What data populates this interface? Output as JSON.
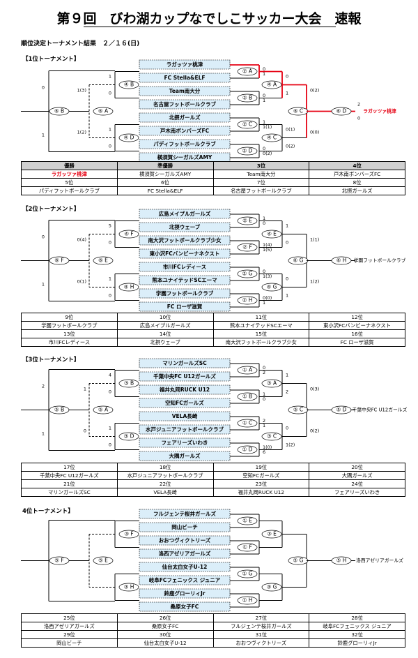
{
  "title": "第９回　びわ湖カップなでしこサッカー大会　速報",
  "subtitle": "順位決定トーナメント結果　２／１６(日)",
  "sections": [
    {
      "title": "【1位トーナメント】",
      "teams": [
        "ラガッツァ桃津",
        "FC Stella&ELF",
        "Team南大分",
        "名古屋フットボールクラブ",
        "北摂ガールズ",
        "戸木南ボンバーズFC",
        "パディフットボールクラブ",
        "横須賀シーガルズAMY"
      ],
      "labels": {
        "r1": [
          "② A",
          "② B",
          "② C",
          "② D"
        ],
        "r2": [
          "④ B",
          "④ A",
          "④ D",
          "④ C"
        ],
        "semi": [
          "⑥ A",
          "⑥ C"
        ],
        "final": [
          "⑥ B",
          "⑥ D"
        ]
      },
      "scores": {
        "r1": [
          [
            "0",
            "1"
          ],
          [
            "0",
            "1"
          ],
          [
            "1",
            "1(1)"
          ],
          [
            "0",
            "0(2)"
          ]
        ],
        "r2": [
          [
            "1",
            "0"
          ],
          [
            "1",
            "0"
          ]
        ],
        "r2R": [
          [
            "0",
            "1"
          ],
          [
            "0(1)",
            "0(2)"
          ]
        ],
        "semi": [
          [
            "1(3)",
            "1(2)"
          ],
          [
            "0(2)",
            "0(0)"
          ]
        ],
        "final": [
          [
            "0",
            "1"
          ],
          [
            "2",
            "0"
          ]
        ]
      },
      "winner": "ラガッツァ桃津",
      "winner_red": true
    },
    {
      "title": "【2位トーナメント】",
      "teams": [
        "広島メイプルガールズ",
        "北摂ウェーブ",
        "南大沢フットボールクラブ少女",
        "東小沢FCバンビーナネクスト",
        "市川FCレディース",
        "熊本ユナイテッドSCエーマ",
        "学園フットボールクラブ",
        "FC ローザ滋賀"
      ],
      "labels": {
        "r1": [
          "② E",
          "② F",
          "② G",
          "② H"
        ],
        "r2": [
          "④ F",
          "④ E",
          "④ H",
          "④ G"
        ],
        "semi": [
          "⑥ E",
          "⑥ G"
        ],
        "final": [
          "⑥ F",
          "⑥ H"
        ]
      },
      "scores": {
        "r1": [
          [
            "1",
            "0"
          ],
          [
            "1(4)",
            "1(5)"
          ],
          [
            "0",
            "1(3)"
          ],
          [
            "0(0)",
            "1"
          ]
        ],
        "r2": [
          [
            "5",
            "0"
          ],
          [
            "1",
            "0"
          ]
        ],
        "r2R": [
          [
            "1",
            "0"
          ],
          [
            "0",
            "1"
          ]
        ],
        "semi": [
          [
            "0(4)",
            "0(1)"
          ],
          [
            "1(1)",
            "1(2)"
          ]
        ],
        "final": [
          [
            "0",
            "1"
          ],
          [
            "",
            ""
          ]
        ]
      },
      "winner": "学園フットボールクラブ",
      "winner_red": false
    },
    {
      "title": "【3位トーナメント】",
      "teams": [
        "マリンガールズSC",
        "千葉中央FC U12ガールズ",
        "福井丸岡RUCK U12",
        "空知FCガールズ",
        "VELA長崎",
        "水戸ジュニアフットボールクラブ",
        "フェアリーズいわき",
        "大隅ガールズ"
      ],
      "labels": {
        "r1": [
          "① A",
          "① B",
          "① C",
          "① D"
        ],
        "r2": [
          "③ B",
          "③ A",
          "③ D",
          "③ C"
        ],
        "semi": [
          "⑤ A",
          "⑤ C"
        ],
        "final": [
          "⑤ B",
          "⑤ D"
        ]
      },
      "scores": {
        "r1": [
          [
            "0",
            "2"
          ],
          [
            "1",
            "0"
          ],
          [
            "2",
            "1"
          ],
          [
            "1(0)",
            "6"
          ]
        ],
        "r2": [
          [
            "4",
            "0"
          ],
          [
            "1",
            "0"
          ]
        ],
        "r2R": [
          [
            "1",
            "2"
          ],
          [
            "0",
            "1(2)"
          ]
        ],
        "semi": [
          [
            "1",
            "0"
          ],
          [
            "0(3)",
            "0(2)"
          ]
        ],
        "final": [
          [
            "2",
            "1"
          ],
          [
            "",
            ""
          ]
        ]
      },
      "winner": "千葉中央FC U12ガールズ",
      "winner_red": false
    },
    {
      "title": "4位トーナメント】",
      "teams": [
        "フルジェンテ桜井ガールズ",
        "岡山ビーチ",
        "おおつヴィクトリーズ",
        "洛西アゼリアガールズ",
        "仙台太白女子U-12",
        "岐阜FCフェニックス ジュニア",
        "鈴鹿グローリィJr",
        "桑原女子FC"
      ],
      "labels": {
        "r1": [
          "① E",
          "① F",
          "① G",
          "① H"
        ],
        "r2": [
          "③ F",
          "③ E",
          "③ H",
          "③ G"
        ],
        "semi": [
          "⑤ E",
          "⑤ G"
        ],
        "final": [
          "⑤ F",
          "⑤ H"
        ]
      },
      "scores": {
        "r1": [
          [
            "",
            ""
          ],
          [
            "",
            ""
          ],
          [
            "",
            ""
          ],
          [
            "",
            ""
          ]
        ],
        "r2": [
          [
            "",
            ""
          ],
          [
            "",
            ""
          ]
        ],
        "r2R": [
          [
            "",
            ""
          ],
          [
            "",
            ""
          ]
        ],
        "semi": [
          [
            "",
            ""
          ],
          [
            "",
            ""
          ]
        ],
        "final": [
          [
            "",
            ""
          ],
          [
            "",
            ""
          ]
        ]
      },
      "winner": "洛西アゼリアガールズ",
      "winner_red": false
    }
  ],
  "rank_tables": [
    {
      "headers": [
        "優勝",
        "準優勝",
        "3位",
        "4位"
      ],
      "row1": [
        "ラガッツァ桃津",
        "横須賀シーガルズAMY",
        "Team南大分",
        "戸木南ボンバーズFC"
      ],
      "headers2": [
        "5位",
        "6位",
        "7位",
        "8位"
      ],
      "row2": [
        "パディフットボールクラブ",
        "FC Stella&ELF",
        "名古屋フットボールクラブ",
        "北摂ガールズ"
      ]
    },
    {
      "headers": [
        "9位",
        "10位",
        "11位",
        "12位"
      ],
      "row1": [
        "学園フットボールクラブ",
        "広島メイプルガールズ",
        "熊本ユナイテッドSCエーマ",
        "東小沢FCバンビーナネクスト"
      ],
      "headers2": [
        "13位",
        "14位",
        "15位",
        "16位"
      ],
      "row2": [
        "市川FCレディース",
        "北摂ウェーブ",
        "南大沢フットボールクラブ少女",
        "FC ローザ滋賀"
      ]
    },
    {
      "headers": [
        "17位",
        "18位",
        "19位",
        "20位"
      ],
      "row1": [
        "千葉中央FC U12ガールズ",
        "水戸ジュニアフットボールクラブ",
        "空知FCガールズ",
        "大隅ガールズ"
      ],
      "headers2": [
        "21位",
        "22位",
        "23位",
        "24位"
      ],
      "row2": [
        "マリンガールズSC",
        "VELA長崎",
        "福井丸岡RUCK U12",
        "フェアリーズいわき"
      ]
    },
    {
      "headers": [
        "25位",
        "26位",
        "27位",
        "28位"
      ],
      "row1": [
        "洛西アゼリアガールズ",
        "桑原女子FC",
        "フルジェンテ桜井ガールズ",
        "岐阜FCフェニックス ジュニア"
      ],
      "headers2": [
        "29位",
        "30位",
        "31位",
        "32位"
      ],
      "row2": [
        "岡山ビーチ",
        "仙台太白女子U-12",
        "おおつヴィクトリーズ",
        "鈴鹿グローリィJr"
      ]
    }
  ]
}
